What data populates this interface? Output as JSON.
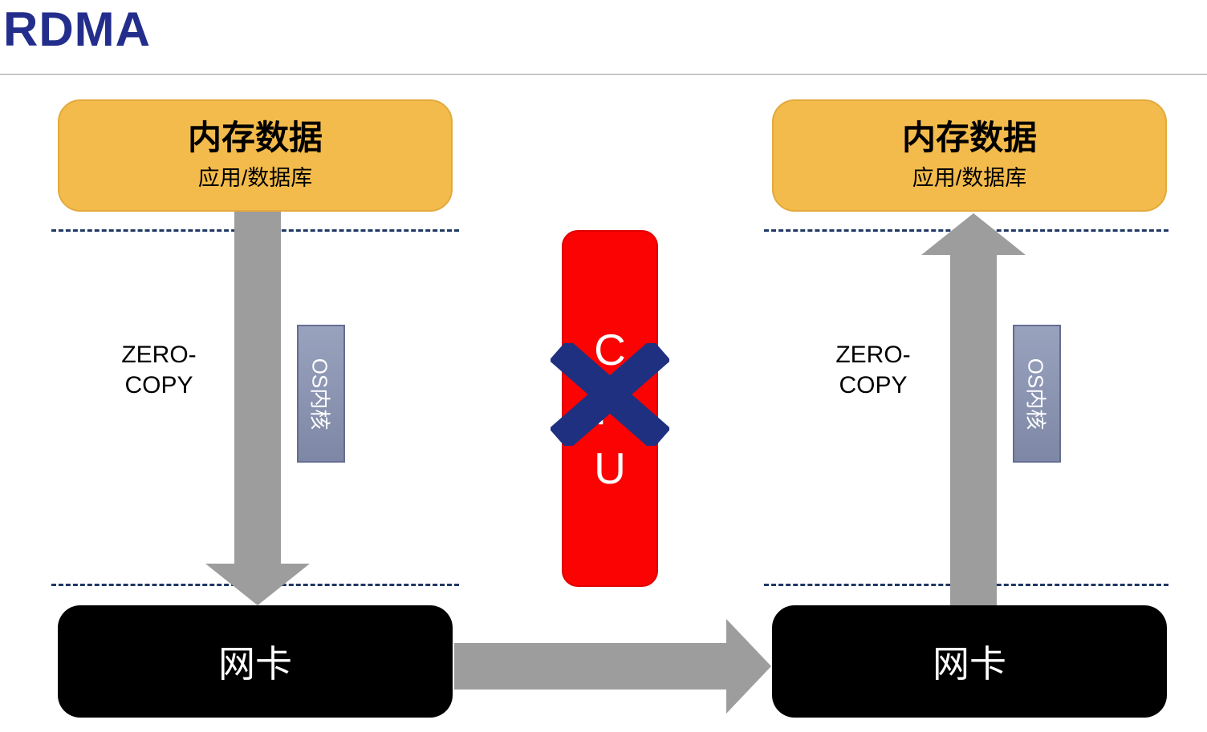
{
  "title": "RDMA",
  "left_host": {
    "memory_title": "内存数据",
    "memory_subtitle": "应用/数据库",
    "zero_copy": "ZERO-\nCOPY",
    "os_kernel": "OS内核",
    "nic": "网卡"
  },
  "right_host": {
    "memory_title": "内存数据",
    "memory_subtitle": "应用/数据库",
    "zero_copy": "ZERO-\nCOPY",
    "os_kernel": "OS内核",
    "nic": "网卡"
  },
  "cpu": {
    "label": "C\nP\nU"
  },
  "colors": {
    "title_blue": "#232E8C",
    "memory_orange": "#F3BB4B",
    "arrow_gray": "#9D9D9D",
    "os_kernel_fill": "#8C96B2",
    "cpu_red": "#FB0303",
    "cross_navy": "#1F3080",
    "dash_navy": "#1F3864",
    "nic_black": "#000000"
  }
}
